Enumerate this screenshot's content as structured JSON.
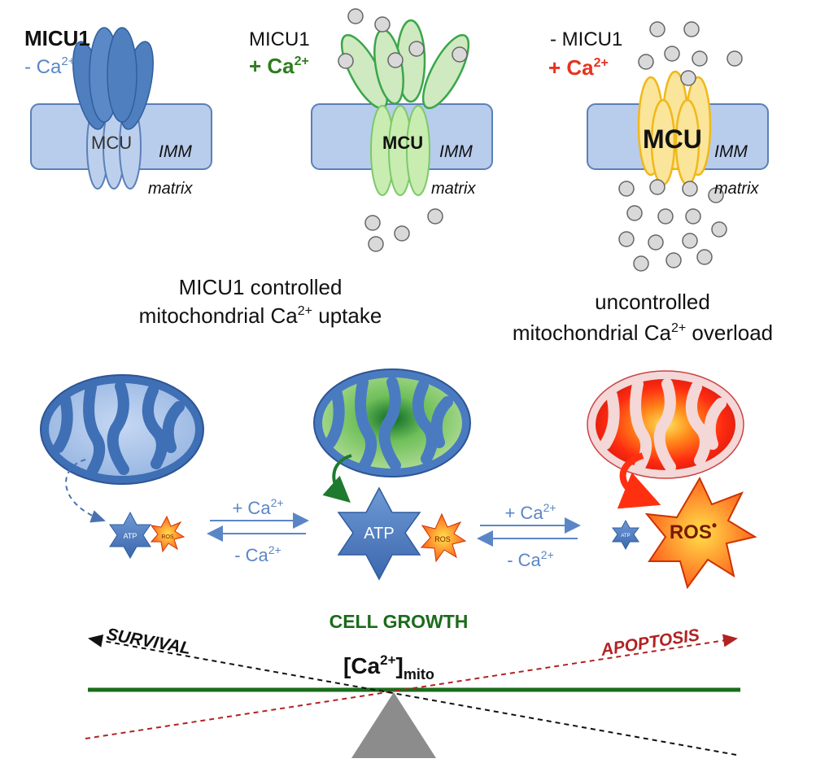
{
  "panels": [
    {
      "line1": "MICU1",
      "line2_prefix": "- Ca",
      "line2_sup": "2+",
      "mcu_label": "MCU",
      "imm_label": "IMM",
      "matrix_label": "matrix",
      "colors": {
        "channel": "#4f7fbf",
        "line2": "#5b86c6"
      }
    },
    {
      "line1": "MICU1",
      "line2_prefix": "+ Ca",
      "line2_sup": "2+",
      "mcu_label": "MCU",
      "imm_label": "IMM",
      "matrix_label": "matrix",
      "colors": {
        "channel": "#8fd17a",
        "line2": "#2e7d1f"
      }
    },
    {
      "line1": "- MICU1",
      "line2_prefix": "+ Ca",
      "line2_sup": "2+",
      "mcu_label": "MCU",
      "imm_label": "IMM",
      "matrix_label": "matrix",
      "colors": {
        "channel": "#f7d35a",
        "line2": "#e8321e"
      }
    }
  ],
  "captions": {
    "controlled": {
      "line1": "MICU1 controlled",
      "line2_prefix": "mitochondrial Ca",
      "line2_sup": "2+",
      "line2_suffix": " uptake"
    },
    "uncontrolled": {
      "line1": "uncontrolled",
      "line2_prefix": "mitochondrial Ca",
      "line2_sup": "2+",
      "line2_suffix": " overload"
    }
  },
  "mitochondria": [
    {
      "fill": "#a9c4ea",
      "center": "#a9c4ea"
    },
    {
      "fill": "#8fcf72",
      "center": "#1e7a2e"
    },
    {
      "fill": "#ff3b10",
      "center": "#ffd400"
    }
  ],
  "markers": {
    "atp": "ATP",
    "ros": "ROS",
    "ros_dot": "•"
  },
  "arrows": {
    "left": {
      "top": "+ Ca",
      "top_sup": "2+",
      "bottom": "- Ca",
      "bottom_sup": "2+"
    },
    "right": {
      "top": "+ Ca",
      "top_sup": "2+",
      "bottom": "- Ca",
      "bottom_sup": "2+"
    }
  },
  "balance": {
    "survival": "SURVIVAL",
    "cell_growth": "CELL GROWTH",
    "apoptosis": "APOPTOSIS",
    "ca_open": "[Ca",
    "ca_sup": "2+",
    "ca_close": "]",
    "ca_sub": "mito",
    "colors": {
      "growth": "#1b6b1b",
      "apoptosis": "#b22222",
      "survival": "#111111"
    }
  }
}
